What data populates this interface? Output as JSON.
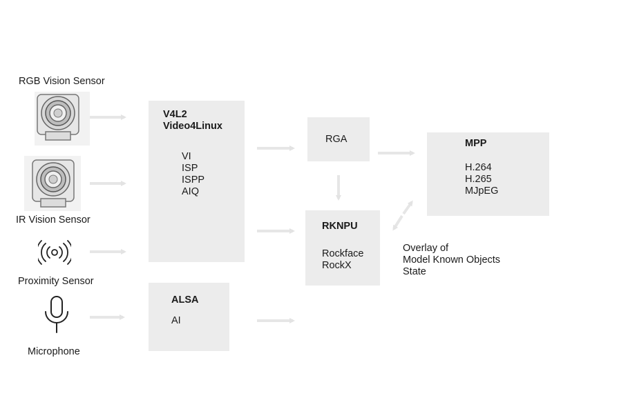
{
  "sensors": {
    "rgb_label": "RGB Vision Sensor",
    "ir_label": "IR Vision Sensor",
    "proximity_label": "Proximity Sensor",
    "microphone_label": "Microphone"
  },
  "v4l2": {
    "title_line1": "V4L2",
    "title_line2": "Video4Linux",
    "items": [
      "VI",
      "ISP",
      "ISPP",
      "AIQ"
    ]
  },
  "alsa": {
    "title": "ALSA",
    "item": "AI"
  },
  "rga": {
    "title": "RGA"
  },
  "rknpu": {
    "title": "RKNPU",
    "items": [
      "Rockface",
      "RockX"
    ]
  },
  "mpp": {
    "title": "MPP",
    "items": [
      "H.264",
      "H.265",
      "MJpEG"
    ]
  },
  "overlay_note": {
    "lines": [
      "Overlay of",
      "Model Known Objects",
      "State"
    ]
  },
  "colors": {
    "box": "#ececec",
    "arrow": "#e6e6e6",
    "text": "#1a1a1a"
  },
  "icons": [
    "camera-module-icon",
    "camera-module-icon",
    "proximity-wave-icon",
    "microphone-icon"
  ]
}
